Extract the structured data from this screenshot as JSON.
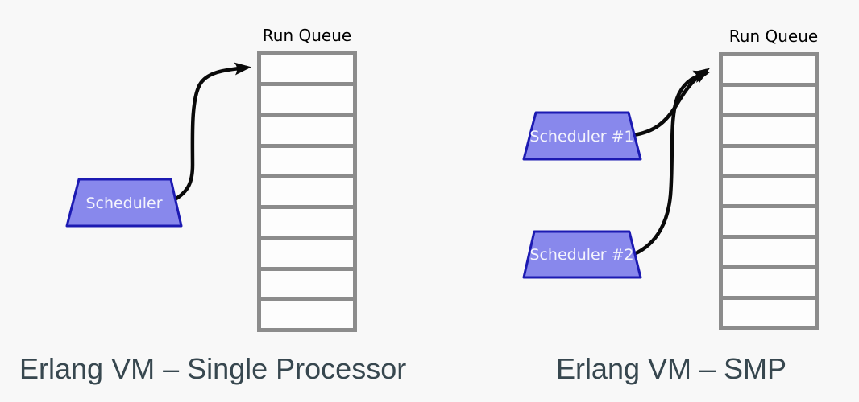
{
  "colors": {
    "background": "#f8f8f8",
    "queue_border": "#8c8c8c",
    "queue_fill": "#fdfdfd",
    "queue_title": "#000000",
    "scheduler_fill": "#8888ec",
    "scheduler_border": "#1c1ab2",
    "scheduler_text": "#f4f4fc",
    "arrow": "#0a0a0a",
    "caption": "#37474f"
  },
  "left": {
    "queue_title": "Run Queue",
    "queue_slots": 9,
    "schedulers": [
      "Scheduler"
    ],
    "caption": "Erlang VM – Single Processor"
  },
  "right": {
    "queue_title": "Run Queue",
    "queue_slots": 9,
    "schedulers": [
      "Scheduler #1",
      "Scheduler #2"
    ],
    "caption": "Erlang VM – SMP"
  }
}
